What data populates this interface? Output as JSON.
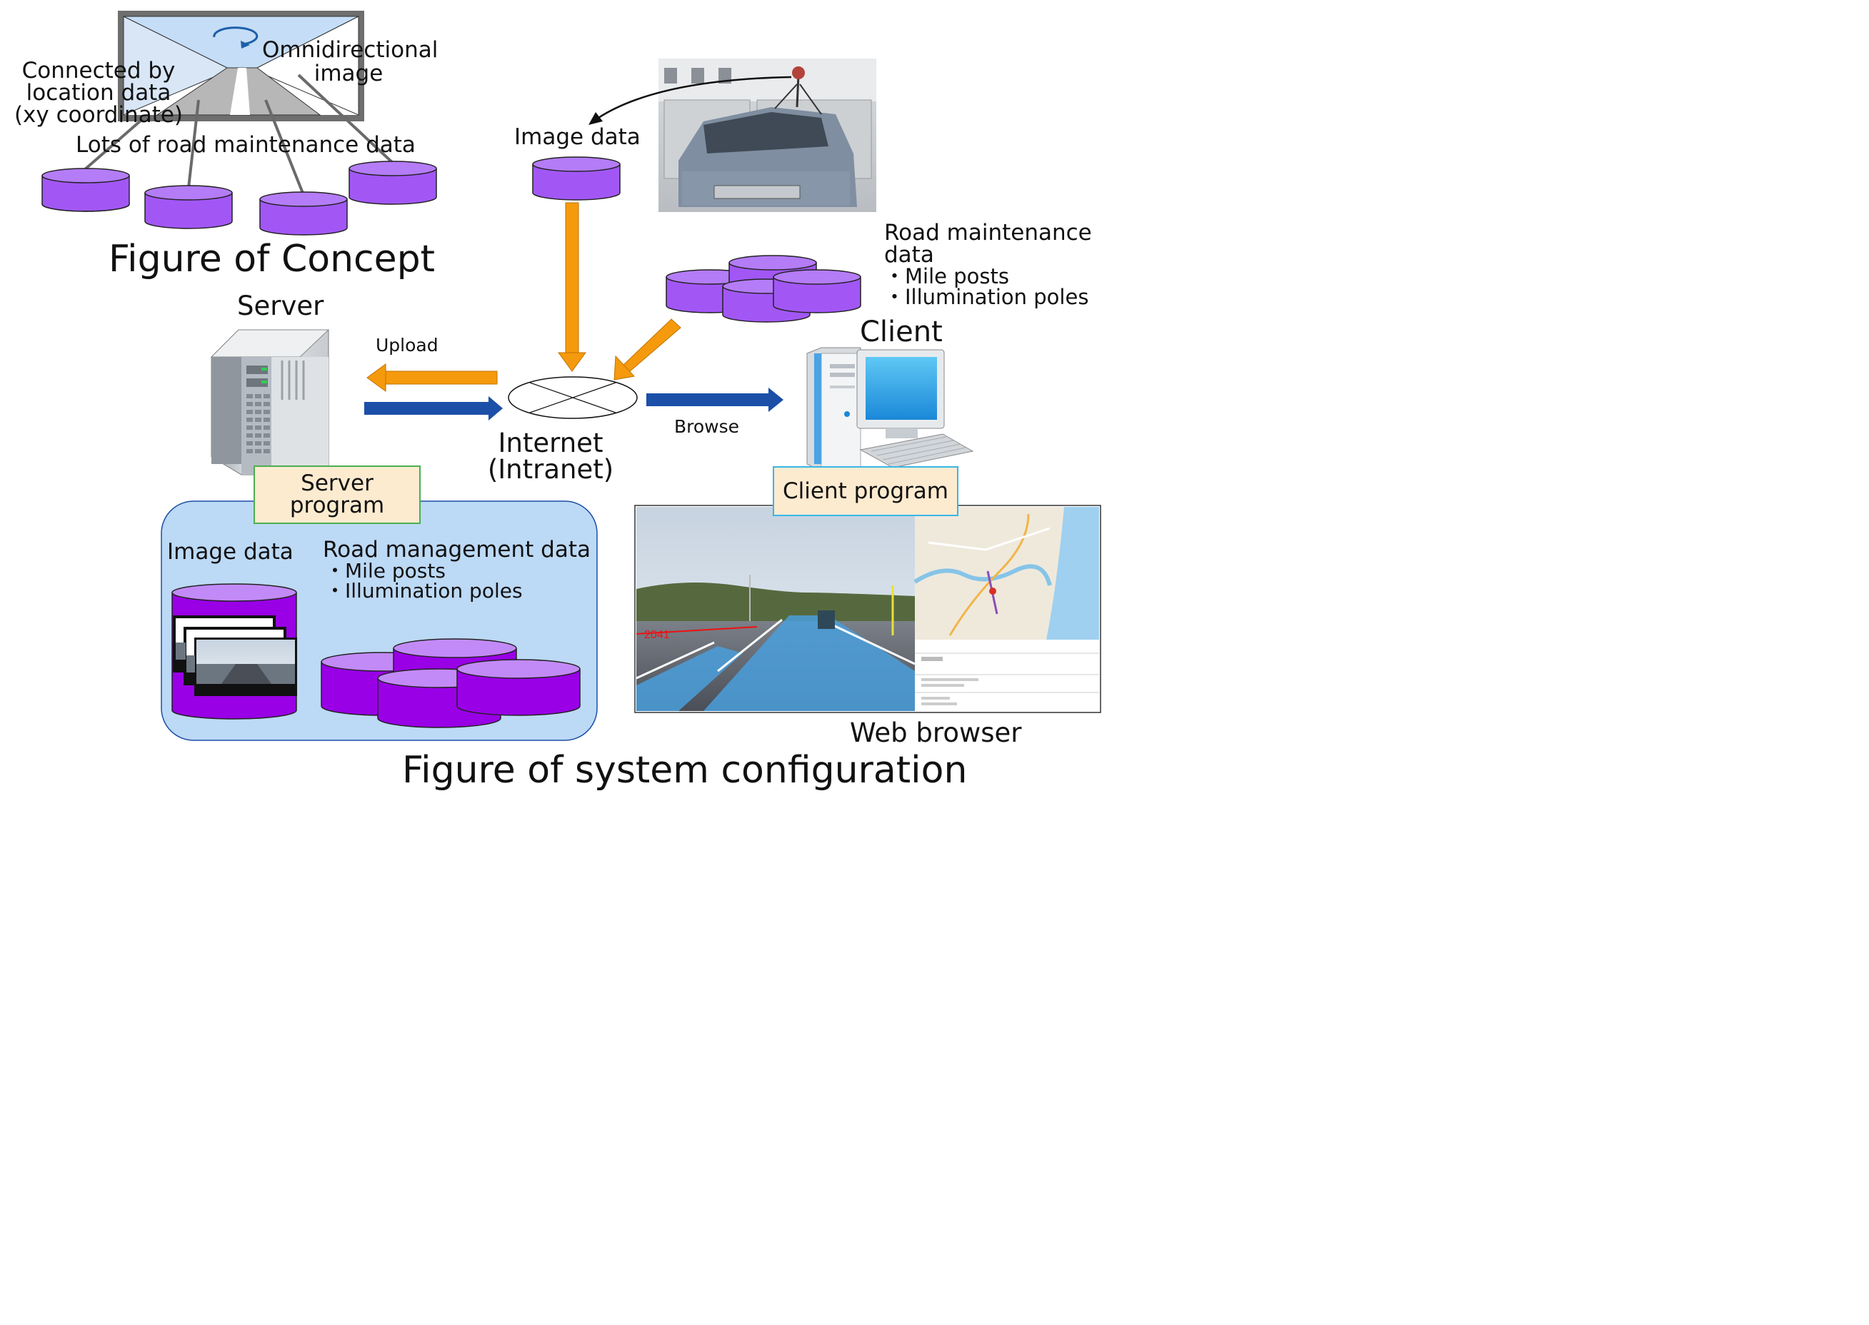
{
  "concept": {
    "title": "Figure of Concept",
    "omni_label": [
      "Omnidirectional",
      "image"
    ],
    "connected_label": [
      "Connected by",
      "location data",
      "(xy coordinate)"
    ],
    "lots_label": "Lots of road maintenance data"
  },
  "system": {
    "title": "Figure of system configuration",
    "server_title": "Server",
    "server_program": [
      "Server",
      "program"
    ],
    "upload_label": "Upload",
    "browse_label": "Browse",
    "internet_label": [
      "Internet",
      "(Intranet)"
    ],
    "image_data_top": "Image data",
    "road_data": {
      "title": [
        "Road maintenance",
        "data"
      ],
      "items": [
        "・Mile posts",
        "・Illumination poles"
      ]
    },
    "client_title": "Client",
    "client_program": "Client program",
    "web_browser": "Web browser",
    "server_storage": {
      "image_data": "Image data",
      "road_mgmt_title": "Road management data",
      "items": [
        "・Mile posts",
        "・Illumination poles"
      ]
    },
    "screenshot": {
      "marker_text": "2041"
    }
  },
  "colors": {
    "cylinder": "#a257f5",
    "arrow_orange": "#f59a0c",
    "arrow_blue": "#1b4fa8",
    "server_panel": "#bcd9f5",
    "program_box": "#fdebd0"
  }
}
